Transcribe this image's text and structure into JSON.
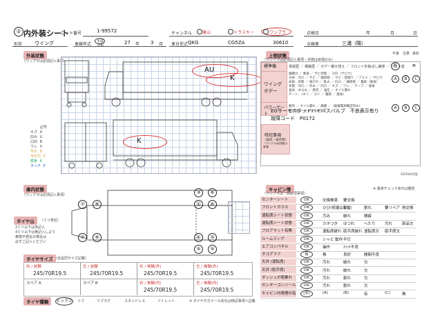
{
  "header": {
    "number": "②",
    "title": "内外装シート",
    "lot_label": "ロット番号",
    "lot_value": "1-99572",
    "channel_label": "チャンネル",
    "channels": [
      "東山",
      "トラスキー",
      "ワンプラ"
    ],
    "inspect_date_label": "点検日",
    "year": "年",
    "month": "月",
    "day": "日",
    "shape_label": "形状",
    "shape_value": "ウイング",
    "year_label": "車検年式",
    "era_options": [
      "平成",
      "令和"
    ],
    "year_value": "27",
    "year_unit": "年",
    "month_value": "3",
    "month_unit": "月",
    "model_label": "車台型式",
    "model_prefix": "QKG",
    "model_value": "CG5ZA",
    "chassis_no": "30610",
    "inspector_label": "点検者",
    "inspector_value": "三浦（陽）"
  },
  "exterior": {
    "section": "外装状態",
    "note": "（ワンプラは必須記入事項）",
    "legend_title": "記号",
    "legend": [
      {
        "code": "キズ",
        "mark": "A"
      },
      {
        "code": "凹み",
        "mark": "U"
      },
      {
        "code": "凸凹",
        "mark": "B"
      },
      {
        "code": "ワレ",
        "mark": "X"
      },
      {
        "code": "サビ",
        "mark": "S"
      },
      {
        "code": "サビ穴",
        "mark": "C"
      },
      {
        "code": "腐食",
        "mark": "K"
      },
      {
        "code": "タッチ",
        "mark": "E"
      }
    ],
    "marks": [
      "AU",
      "K",
      "K"
    ]
  },
  "upper": {
    "section": "上物状態",
    "note": "（ワンプラは必須記入事項・点検は目視のみ）",
    "eval_headers": [
      "不良",
      "注意",
      "良好"
    ],
    "std_label": "標準機",
    "std_text": "事故歴 ／ 積載歴 ／ ボデー載せ替え ／ フロント外板ぱし補修 ／ ひょう害",
    "std_options": [
      "有",
      "無"
    ],
    "wing_label": "ワイングボデー",
    "wing_items": [
      "錆鍵力 ／ 象嵌 ／ サビ状態 ／ 凸凹（サビ穴）",
      "天井：凹凸 ／ サビ ／ 補修跡 ／ サビ・雨漏り ／ アルミ ／ サビ穴",
      "床板：状態 ／ 剥がれ ／ 軋み ／ 凹凸 ／ 補修跡 ／ 亀裂（腐食）",
      "状態：凹凸 ／ 凹み ／ 凹凸 ／ キズ ／ ワレ ／ テープ ／ 腐食",
      "金具：ゆるみ ／ 異音 ／ 油圧 ／ オイル漏れ",
      "ゲート：（キリ ／ カド ／ 亀裂 ／ 腐食）"
    ],
    "wing_abc": [
      "A",
      "B",
      "C"
    ],
    "power_label": "パワーゲート",
    "power_items": [
      "動作 ／ オイル漏れ ／ 錆鍵 ／（能検電源確認済み）",
      "割け 段 ／ センサーのズレ"
    ],
    "power_abc": [
      "A",
      "B",
      "C"
    ],
    "comment_lines": [
      "EGサーモスタッドバイパスバルブ　不良表示有り",
      "故障コード　P0172"
    ],
    "special_label": "特記事項",
    "special_sub": "（加点・減点等）",
    "special_note": "（ワンプラは必須記入事項）",
    "form_code": "2025年6月版"
  },
  "interior": {
    "section": "庫内状態",
    "note": "（ワンプラは必須記入事項）",
    "circle_marks": [
      "⑦",
      "⑧",
      "③",
      "⑥",
      "Ⓧ",
      "⑥",
      "④",
      "⑤",
      "⑦",
      "⑧",
      "⑤",
      "⑤"
    ]
  },
  "tread": {
    "section": "タイヤ山",
    "note": "（ミリ単位）",
    "notes": [
      "2ミリ以下は赤記入",
      "4ミリ以下は黄記入しより",
      "車検不適合の場合は",
      "必ずご記入ください"
    ]
  },
  "tire_size": {
    "section": "タイヤサイズ",
    "note": "（全品同サイズ記載）",
    "cells": [
      {
        "label": "右 / 前輪",
        "value": "245/70R19.5"
      },
      {
        "label": "左 / 前輪",
        "value": "245/70R19.5"
      },
      {
        "label": "右 / 後輪(外)",
        "value": "245/70R19.5"
      },
      {
        "label": "左 / 後輪(外)",
        "value": "245/70R19.5"
      },
      {
        "label": "右 / 後輪(内)",
        "value": "245/70R19.5"
      },
      {
        "label": "左 / 後輪(内)",
        "value": "245/70R19.5"
      },
      {
        "label": "スペア A",
        "value": ""
      },
      {
        "label": "スペア B",
        "value": ""
      }
    ]
  },
  "tire_type": {
    "section": "タイヤ種類",
    "options": [
      "ミックス",
      "リブ",
      "リブラグ",
      "スタッドレス",
      "リトレット"
    ],
    "note": "※ タイヤやホイール劣化は特記事項へ記載"
  },
  "cabin": {
    "section": "キャビン等",
    "note": "（ワンプラは一部必須事項）",
    "note2": "※ 異常チェックあれば報告",
    "rows": [
      {
        "label": "センターシート",
        "items": [
          "OK",
          "交換推奨",
          "要交換"
        ]
      },
      {
        "label": "フロントガラス",
        "items": [
          "OK",
          "ひび(修繕は報告)",
          "ヒビ",
          "割れ",
          "要リペア",
          "飛交換"
        ]
      },
      {
        "label": "運転席シート状態",
        "items": [
          "OK",
          "汚み",
          "破れ",
          "鍋痕"
        ]
      },
      {
        "label": "運転席シート状態",
        "items": [
          "OK",
          "カタつき",
          "ほつれ",
          "へたり",
          "汚れ",
          "部品欠"
        ]
      },
      {
        "label": "フロアマット有無",
        "items": [
          "OK",
          "運転席破れ",
          "助手席破れ",
          "運転席欠",
          "助手席欠"
        ]
      },
      {
        "label": "ルームランプ",
        "items": [
          "OK",
          "シャビ 動作",
          "不灯"
        ]
      },
      {
        "label": "エアコンパネル",
        "items": [
          "OK",
          "操作",
          "ｽｲｯﾁ不良"
        ]
      },
      {
        "label": "タコグラフ",
        "items": [
          "有",
          "無",
          "良好",
          "開閉不良"
        ]
      },
      {
        "label": "天井 (運転席)",
        "items": [
          "OK",
          "汚れ",
          "破れ",
          "欠"
        ]
      },
      {
        "label": "天井 (助手席)",
        "items": [
          "OK",
          "汚れ",
          "破れ",
          "欠"
        ]
      },
      {
        "label": "ダッシュボ極乗れ",
        "items": [
          "OK",
          "汚れ",
          "割れ",
          "欠"
        ]
      },
      {
        "label": "センターコンソール",
        "items": [
          "OK",
          "汚れ",
          "割れ",
          "欠"
        ]
      },
      {
        "label": "キャビン内喫煙の有無",
        "items": [
          "(不)",
          "(A)",
          "(B)",
          "有",
          "(C)",
          "無"
        ]
      }
    ]
  }
}
